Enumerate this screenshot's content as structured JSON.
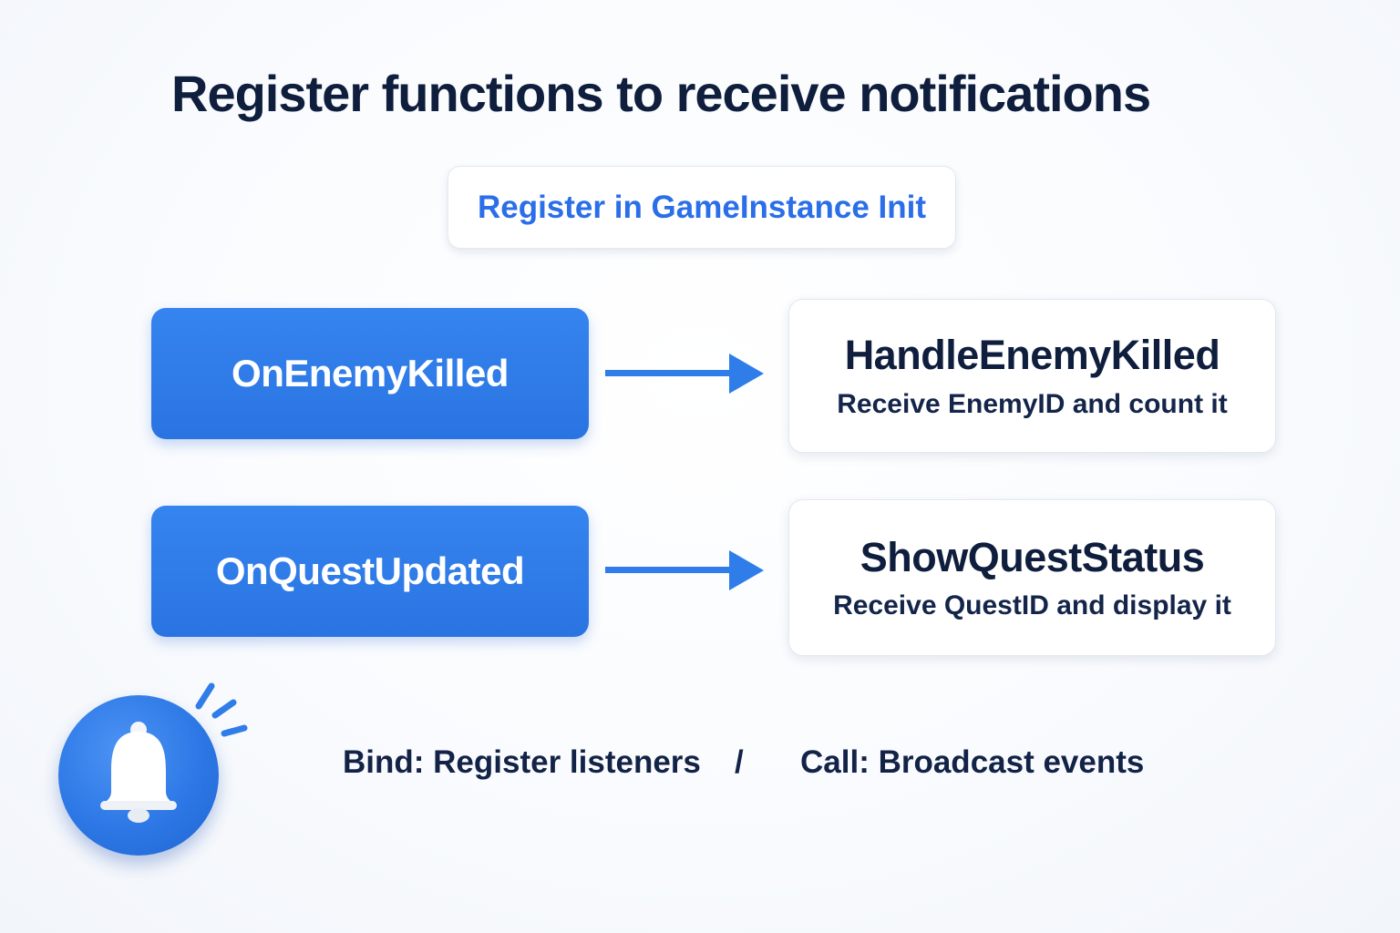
{
  "title": "Register functions to receive notifications",
  "init_label": "Register in GameInstance Init",
  "rows": [
    {
      "event": "OnEnemyKilled",
      "handler": "HandleEnemyKilled",
      "description": "Receive EnemyID and count it"
    },
    {
      "event": "OnQuestUpdated",
      "handler": "ShowQuestStatus",
      "description": "Receive QuestID and display it"
    }
  ],
  "footer": {
    "bind": "Bind:  Register listeners",
    "separator": "/",
    "call": "Call:  Broadcast events"
  },
  "colors": {
    "accent": "#2f7de9",
    "title": "#0f1e3d",
    "init_text": "#2a6ee8"
  },
  "icons": {
    "bell": "bell-icon",
    "arrow": "arrow-right-icon"
  }
}
